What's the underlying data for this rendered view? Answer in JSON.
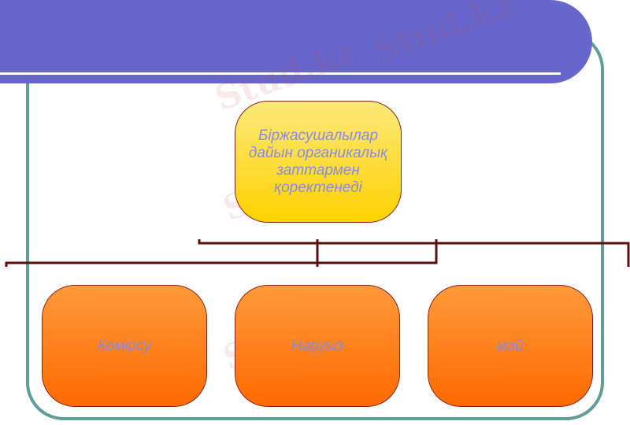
{
  "diagram": {
    "root": {
      "label": "Біржасушалылар дайын органикалық заттармен қоректенеді"
    },
    "children": [
      {
        "label": "Көмірсу"
      },
      {
        "label": "Нәруыз"
      },
      {
        "label": "май"
      }
    ]
  },
  "colors": {
    "banner": "#6666cc",
    "frame": "#5f9e98",
    "root_fill": "#ffd200",
    "child_fill": "#ff7a10",
    "text": "#8a8ae6",
    "connector": "#5a0f0f"
  },
  "watermark": "Stud.kz"
}
